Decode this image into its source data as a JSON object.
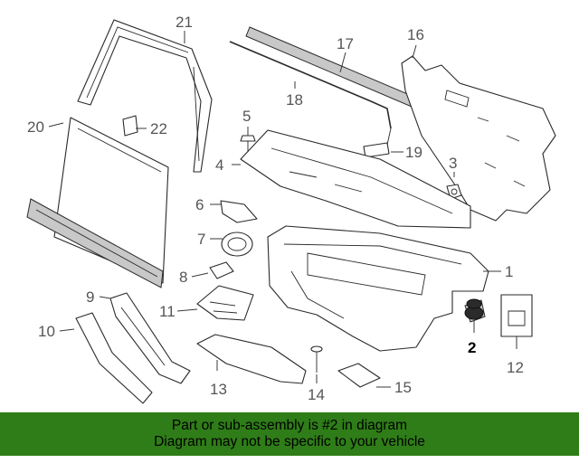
{
  "diagram": {
    "callouts": {
      "c1": "1",
      "c2": "2",
      "c3": "3",
      "c4": "4",
      "c5": "5",
      "c6": "6",
      "c7": "7",
      "c8": "8",
      "c9": "9",
      "c10": "10",
      "c11": "11",
      "c12": "12",
      "c13": "13",
      "c14": "14",
      "c15": "15",
      "c16": "16",
      "c17": "17",
      "c18": "18",
      "c19": "19",
      "c20": "20",
      "c21": "21",
      "c22": "22"
    },
    "highlighted_part": "2"
  },
  "footer": {
    "line1": "Part or sub-assembly is #2 in diagram",
    "line2": "Diagram may not be specific to your vehicle",
    "background_color": "#2f7d18"
  }
}
